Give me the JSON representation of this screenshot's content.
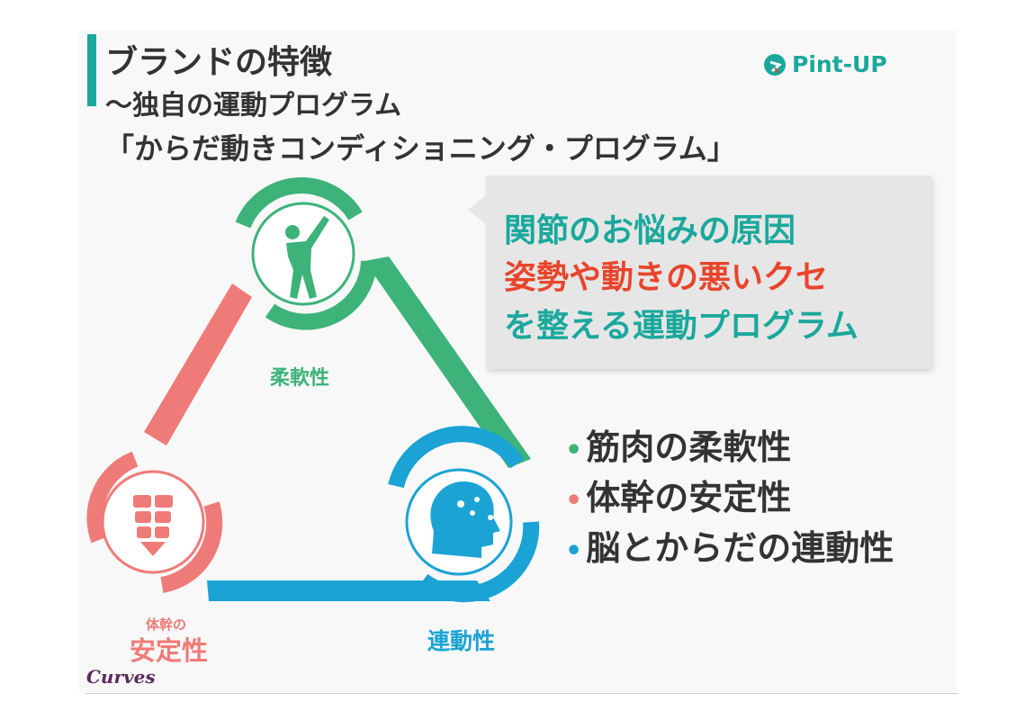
{
  "title": {
    "line1": "ブランドの特徴",
    "line2": "〜独自の運動プログラム",
    "line3": "「からだ動きコンディショニング・プログラム」"
  },
  "logo": {
    "text": "Pint-UP"
  },
  "callout": {
    "line1": "関節のお悩みの原因",
    "line2": "姿勢や動きの悪いクセ",
    "line3": "を整える運動プログラム"
  },
  "bullets": [
    {
      "dot": "•",
      "text": "筋肉の柔軟性",
      "color": "#3db37a"
    },
    {
      "dot": "•",
      "text": "体幹の安定性",
      "color": "#ef7b78"
    },
    {
      "dot": "•",
      "text": "脳とからだの連動性",
      "color": "#1aa3d4"
    }
  ],
  "diagram": {
    "flexibility": "柔軟性",
    "stability_small": "体幹の",
    "stability": "安定性",
    "coordination": "連動性"
  },
  "colors": {
    "teal": "#1aa89c",
    "green": "#3db37a",
    "pink": "#ef7b78",
    "blue": "#1aa3d4",
    "red": "#e8452c"
  },
  "footer": {
    "brand": "Curves"
  }
}
